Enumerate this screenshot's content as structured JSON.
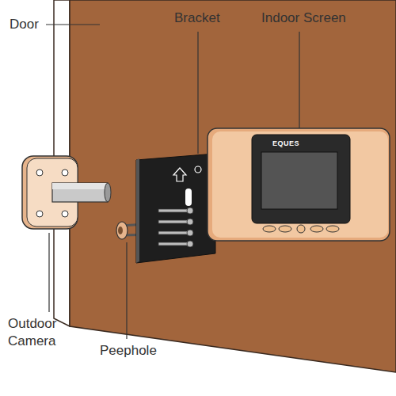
{
  "diagram": {
    "labels": [
      "Door",
      "Bracket",
      "Indoor Screen",
      "Outdoor Camera",
      "Peephole",
      "EQUES"
    ]
  }
}
